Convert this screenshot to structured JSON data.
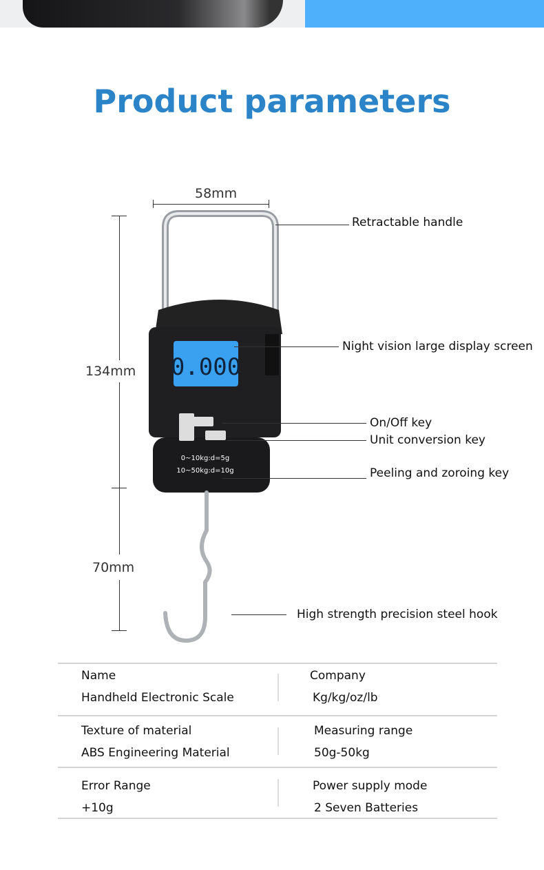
{
  "title": "Product parameters",
  "dimensions": {
    "width": "58mm",
    "height_body": "134mm",
    "height_hook": "70mm"
  },
  "display_reading": "0.000",
  "range_label": [
    "0~10kg:d=5g",
    "10~50kg:d=10g"
  ],
  "callouts": [
    "Retractable handle",
    "Night vision large display screen",
    "On/Off key",
    "Unit conversion key",
    "Peeling and zoroing key",
    "High strength precision steel hook"
  ],
  "specs": [
    {
      "left_label": "Name",
      "left_value": "Handheld Electronic Scale",
      "right_label": "Company",
      "right_value": "Kg/kg/oz/lb"
    },
    {
      "left_label": "Texture of material",
      "left_value": "ABS Engineering Material",
      "right_label": "Measuring range",
      "right_value": "50g-50kg"
    },
    {
      "left_label": "Error Range",
      "left_value": "+10g",
      "right_label": "Power supply mode",
      "right_value": "2 Seven Batteries"
    }
  ],
  "colors": {
    "title": "#2c84c8",
    "banner": "#4eb0fa",
    "lcd": "#3aa0f0"
  }
}
